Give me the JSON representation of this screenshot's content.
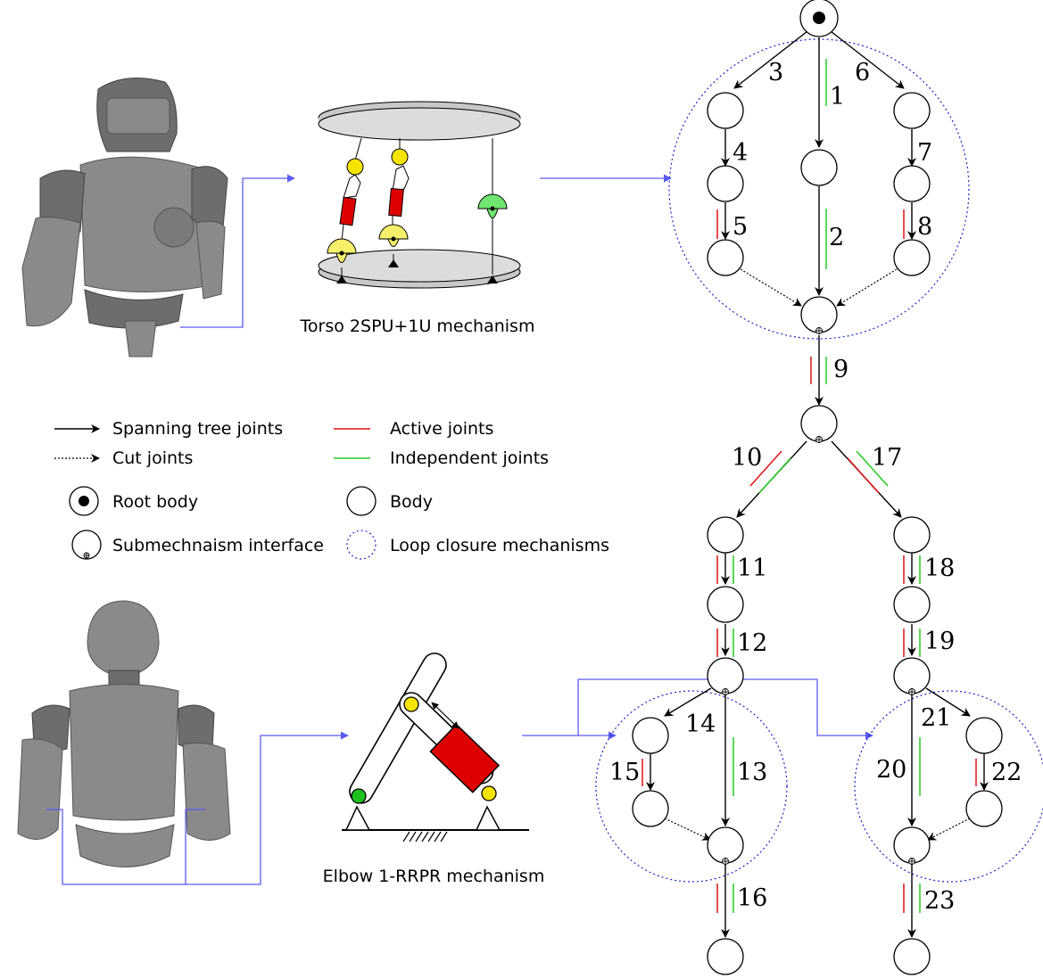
{
  "colors": {
    "active": "#e01010",
    "independent": "#22cc22",
    "connector": "#5a5af2",
    "loop": "#2222cc",
    "spherical_joint": "#f5e400",
    "prismatic_actuator": "#dd0000",
    "universal_joint_active": "#f5ef6a",
    "universal_joint_passive": "#6fe46f",
    "elbow_fixed_joint": "#1fc11f"
  },
  "captions": {
    "torso": "Torso 2SPU+1U mechanism",
    "elbow": "Elbow 1-RRPR mechanism"
  },
  "legend": {
    "spanning": "Spanning tree joints",
    "cut": "Cut joints",
    "root": "Root body",
    "interface": "Submechnaism interface",
    "active": "Active joints",
    "independent": "Independent joints",
    "body": "Body",
    "loop": "Loop closure mechanisms"
  },
  "joints": {
    "j1": "1",
    "j2": "2",
    "j3": "3",
    "j4": "4",
    "j5": "5",
    "j6": "6",
    "j7": "7",
    "j8": "8",
    "j9": "9",
    "j10": "10",
    "j11": "11",
    "j12": "12",
    "j13": "13",
    "j14": "14",
    "j15": "15",
    "j16": "16",
    "j17": "17",
    "j18": "18",
    "j19": "19",
    "j20": "20",
    "j21": "21",
    "j22": "22",
    "j23": "23"
  },
  "icons": {
    "robot_upper": "humanoid-torso-render-icon",
    "robot_lower": "humanoid-upper-body-render-icon"
  }
}
